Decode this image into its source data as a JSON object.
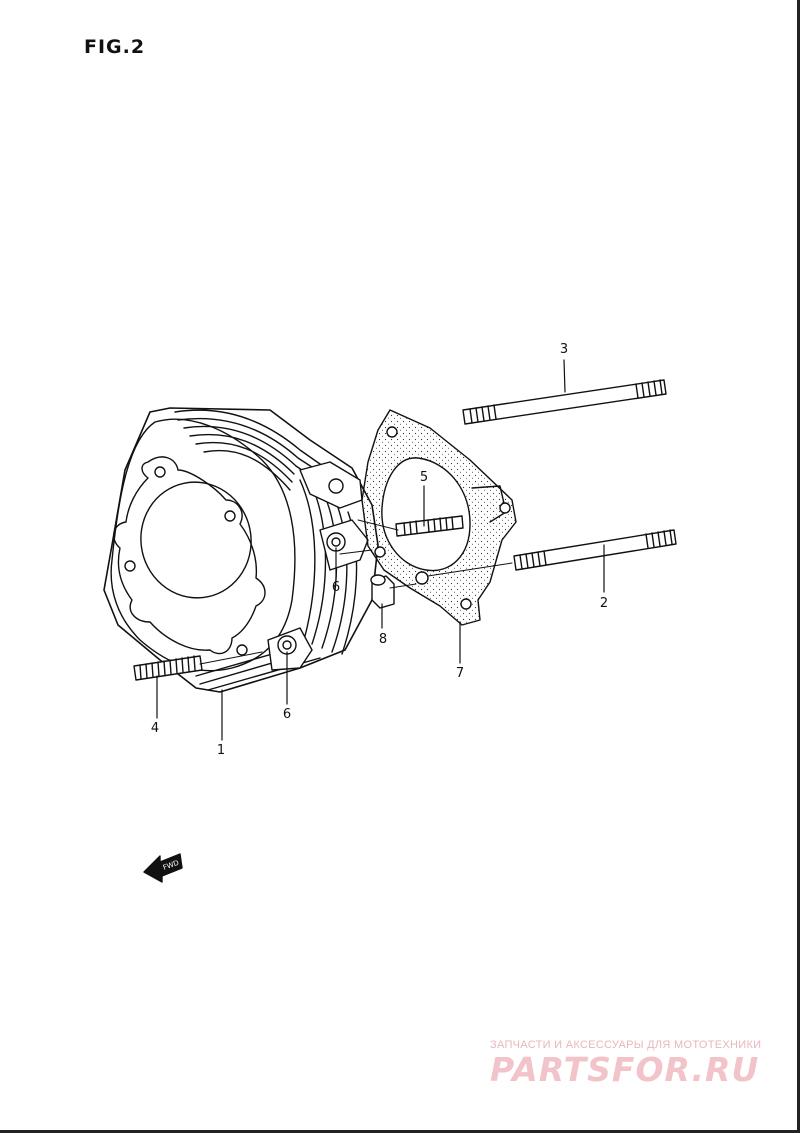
{
  "figure": {
    "title": "FIG.2"
  },
  "callouts": [
    {
      "id": "callout-1",
      "label": "1"
    },
    {
      "id": "callout-2",
      "label": "2"
    },
    {
      "id": "callout-3",
      "label": "3"
    },
    {
      "id": "callout-4",
      "label": "4"
    },
    {
      "id": "callout-5",
      "label": "5"
    },
    {
      "id": "callout-6a",
      "label": "6"
    },
    {
      "id": "callout-6b",
      "label": "6"
    },
    {
      "id": "callout-7",
      "label": "7"
    },
    {
      "id": "callout-8",
      "label": "8"
    }
  ],
  "fwd_arrow": {
    "label": "FWD"
  },
  "watermark": {
    "tagline": "ЗАПЧАСТИ И АКСЕССУАРЫ ДЛЯ МОТОТЕХНИКИ",
    "brand": "PARTSFOR.RU"
  }
}
